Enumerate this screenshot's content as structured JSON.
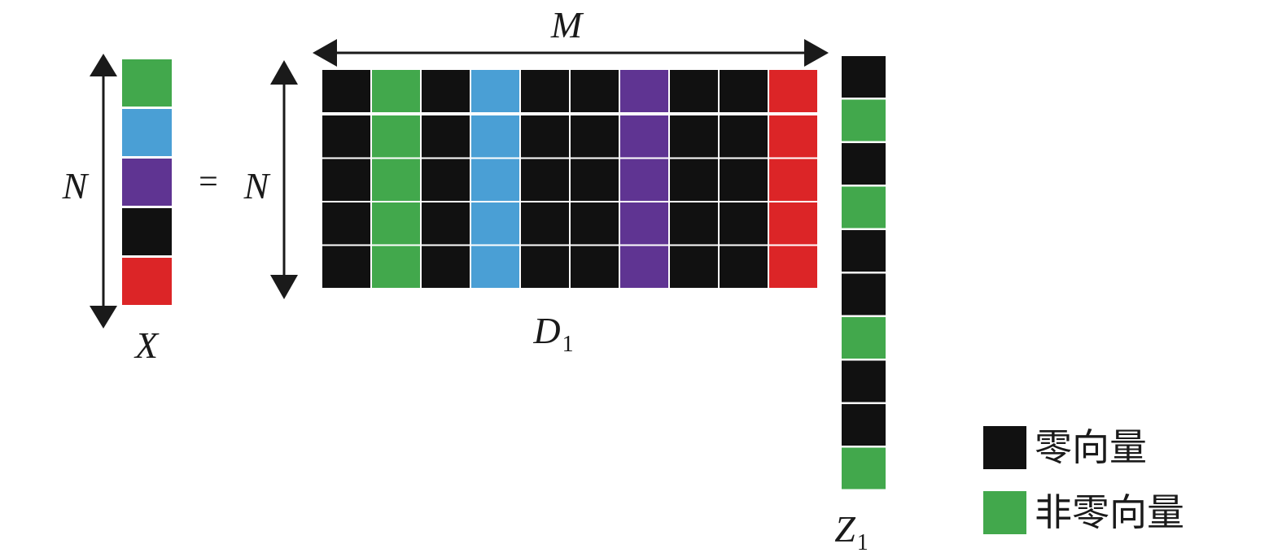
{
  "colors": {
    "black": "#111111",
    "green": "#42a84c",
    "blue": "#4a9fd5",
    "purple": "#5f3492",
    "red": "#dc2527"
  },
  "labels": {
    "x_vector": "X",
    "n_left": "N",
    "equals": "=",
    "n_matrix": "N",
    "m_width": "M",
    "d_main": "D",
    "d_sub": "1",
    "z_main": "Z",
    "z_sub": "1"
  },
  "x_vector_cells": [
    "green",
    "blue",
    "purple",
    "black",
    "red"
  ],
  "matrix": {
    "rows": 5,
    "column_colors": [
      "black",
      "green",
      "black",
      "blue",
      "black",
      "black",
      "purple",
      "black",
      "black",
      "red"
    ]
  },
  "z_vector_cells": [
    "black",
    "green",
    "black",
    "green",
    "black",
    "black",
    "green",
    "black",
    "black",
    "green"
  ],
  "legend": [
    {
      "color": "black",
      "label": "零向量"
    },
    {
      "color": "green",
      "label": "非零向量"
    }
  ]
}
